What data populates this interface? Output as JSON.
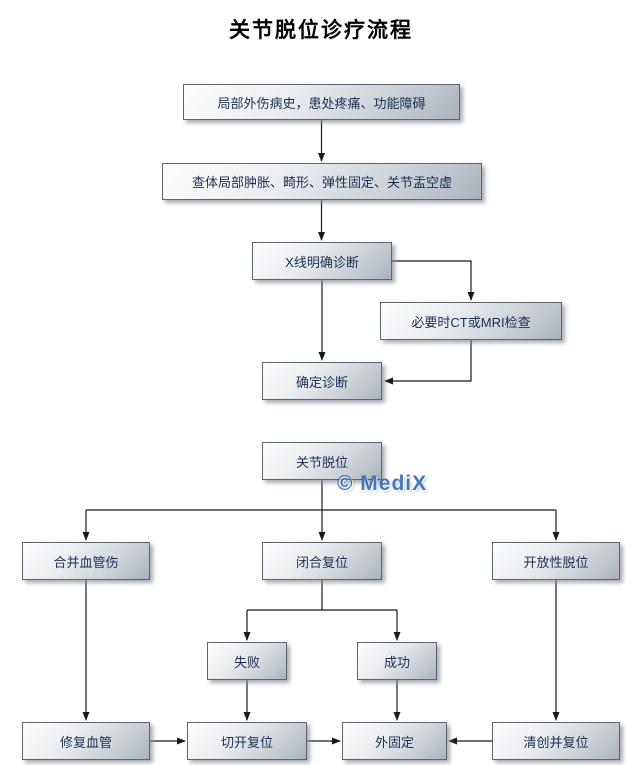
{
  "title": "关节脱位诊疗流程",
  "watermark": "© MediX",
  "colors": {
    "watermark_blue": "#3a6db6",
    "node_text": "#1c2f52",
    "node_border": "#5b6470",
    "edge": "#1a1a1a"
  },
  "nodes": {
    "history": {
      "label": "局部外伤病史，患处疼痛、功能障碍"
    },
    "exam": {
      "label": "查体局部肿胀、畸形、弹性固定、关节盂空虚"
    },
    "xray": {
      "label": "X线明确诊断"
    },
    "ct_mri": {
      "label": "必要时CT或MRI检查"
    },
    "confirm": {
      "label": "确定诊断"
    },
    "dislocation": {
      "label": "关节脱位"
    },
    "vascular": {
      "label": "合并血管伤"
    },
    "closed_reduction": {
      "label": "闭合复位"
    },
    "open_dislocation": {
      "label": "开放性脱位"
    },
    "fail": {
      "label": "失败"
    },
    "success": {
      "label": "成功"
    },
    "repair_vessel": {
      "label": "修复血管"
    },
    "open_reduction": {
      "label": "切开复位"
    },
    "external_fixation": {
      "label": "外固定"
    },
    "debride_reduce": {
      "label": "清创并复位"
    }
  },
  "edges": [
    {
      "from": "history",
      "to": "exam"
    },
    {
      "from": "exam",
      "to": "xray"
    },
    {
      "from": "xray",
      "to": "confirm"
    },
    {
      "from": "xray",
      "to": "ct_mri"
    },
    {
      "from": "ct_mri",
      "to": "confirm"
    },
    {
      "from": "dislocation",
      "to": "vascular"
    },
    {
      "from": "dislocation",
      "to": "closed_reduction"
    },
    {
      "from": "dislocation",
      "to": "open_dislocation"
    },
    {
      "from": "closed_reduction",
      "to": "fail"
    },
    {
      "from": "closed_reduction",
      "to": "success"
    },
    {
      "from": "vascular",
      "to": "repair_vessel"
    },
    {
      "from": "fail",
      "to": "open_reduction"
    },
    {
      "from": "success",
      "to": "external_fixation"
    },
    {
      "from": "open_dislocation",
      "to": "debride_reduce"
    },
    {
      "from": "repair_vessel",
      "to": "open_reduction"
    },
    {
      "from": "open_reduction",
      "to": "external_fixation"
    },
    {
      "from": "debride_reduce",
      "to": "external_fixation"
    }
  ]
}
